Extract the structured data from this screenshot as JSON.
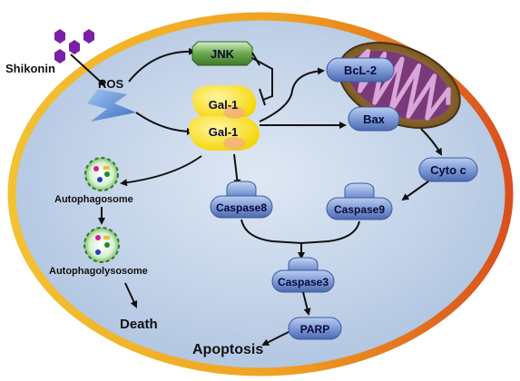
{
  "labels": {
    "shikonin": "Shikonin",
    "ros": "ROS",
    "jnk": "JNK",
    "gal1_top": "Gal-1",
    "gal1_bottom": "Gal-1",
    "bcl2": "BcL-2",
    "bax": "Bax",
    "cytoc": "Cyto c",
    "caspase8": "Caspase8",
    "caspase9": "Caspase9",
    "caspase3": "Caspase3",
    "parp": "PARP",
    "apoptosis": "Apoptosis",
    "autophagosome": "Autophagosome",
    "autophagolysosome": "Autophagolysosome",
    "death": "Death"
  },
  "colors": {
    "cell_fill": "#c9d7ea",
    "cell_border_left": "#f2c232",
    "cell_border_right": "#d9501e",
    "pill_fill": "#7f9bd6",
    "hexagon": "#7a1fa6",
    "ros_bolt": "#5e8fd6",
    "jnk_fill": "#5fa042",
    "gal1_fill": "#ffe632",
    "mito_outer": "#8a6a2a",
    "mito_inner": "#8a3d8a"
  },
  "icons": {
    "shikonin": "hexagon-molecule-icon",
    "ros": "lightning-bolt-icon",
    "autophagy": "vesicle-icon",
    "mitochondrion": "mitochondrion-icon",
    "caspase": "protein-shape-icon"
  }
}
